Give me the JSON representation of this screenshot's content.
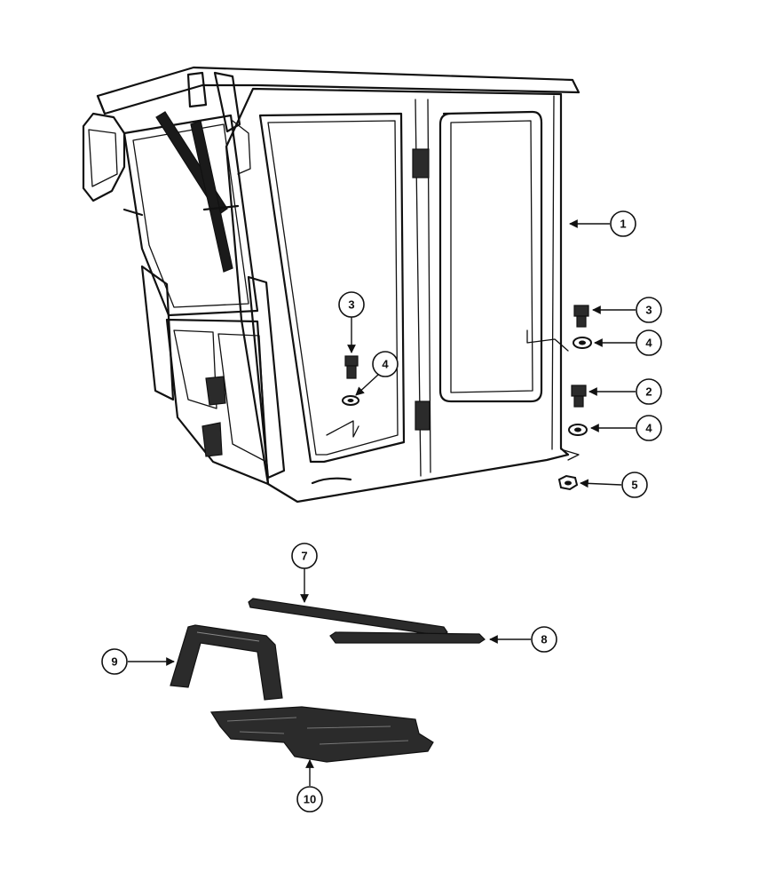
{
  "diagram": {
    "callouts": [
      {
        "id": "c1",
        "label": "1"
      },
      {
        "id": "c2",
        "label": "2"
      },
      {
        "id": "c3a",
        "label": "3"
      },
      {
        "id": "c3b",
        "label": "3"
      },
      {
        "id": "c4a",
        "label": "4"
      },
      {
        "id": "c4b",
        "label": "4"
      },
      {
        "id": "c4c",
        "label": "4"
      },
      {
        "id": "c5",
        "label": "5"
      },
      {
        "id": "c7",
        "label": "7"
      },
      {
        "id": "c8",
        "label": "8"
      },
      {
        "id": "c9",
        "label": "9"
      },
      {
        "id": "c10",
        "label": "10"
      }
    ]
  }
}
